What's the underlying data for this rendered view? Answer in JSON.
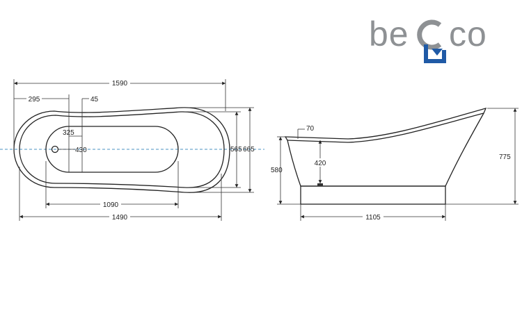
{
  "logo": {
    "text_left": "be",
    "text_right": "co",
    "text_color": "#8e9194",
    "mark_color": "#1f5aa6"
  },
  "top_view": {
    "overall_length": "1590",
    "base_length": "1490",
    "inner_length": "1090",
    "offset_drain": "295",
    "offset_rim": "45",
    "drain_offset_y": "325",
    "drain_offset_x": "430",
    "inner_width": "565",
    "overall_width": "665"
  },
  "side_view": {
    "rim_thickness": "70",
    "inner_depth": "420",
    "low_height": "580",
    "high_height": "775",
    "base_length": "1105"
  },
  "colors": {
    "line": "#222222",
    "centerline": "#4a90c2"
  }
}
